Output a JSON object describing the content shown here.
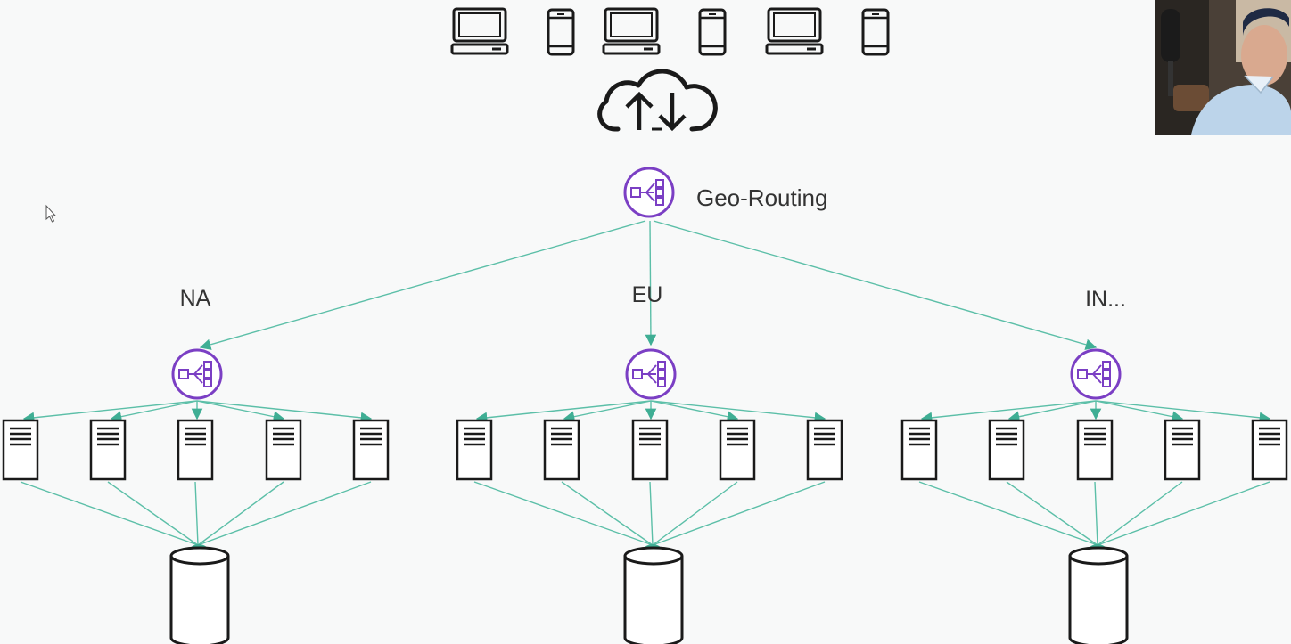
{
  "diagram": {
    "router_label": "Geo-Routing",
    "regions": [
      {
        "id": "na",
        "label": "NA"
      },
      {
        "id": "eu",
        "label": "EU"
      },
      {
        "id": "in",
        "label": "IN..."
      }
    ],
    "colors": {
      "line": "#5cbfa8",
      "router": "#7b3fc4",
      "stroke": "#1a1a1a",
      "background": "#f8f9f9"
    },
    "icons": {
      "clients": [
        "laptop-icon",
        "phone-icon",
        "laptop-icon",
        "phone-icon",
        "laptop-icon",
        "phone-icon"
      ],
      "internet": "cloud-upload-download-icon",
      "router": "load-balancer-icon",
      "server": "server-icon",
      "database": "database-icon"
    }
  },
  "video_overlay": {
    "icon": "webcam-presenter-icon"
  }
}
